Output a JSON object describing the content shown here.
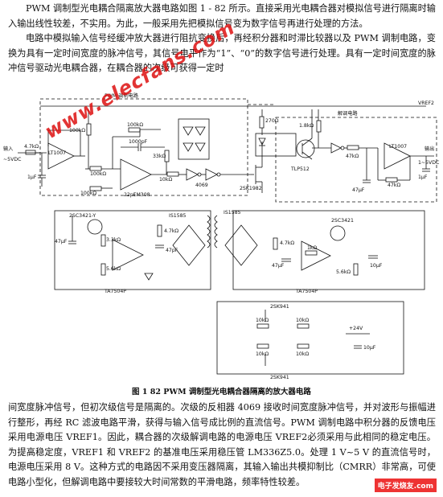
{
  "text": {
    "p1": "PWM 调制型光电耦合隔离放大器电路如图 1 - 82 所示。直接采用光电耦合器对模拟信号进行隔离时输入输出线性较差，不实用。为此，一般采用先把模拟信号变为数字信号再进行处理的方法。",
    "p2": "电路中模拟输入信号经缓冲放大器进行阻抗变换后，再经积分器和时滞比较器以及 PWM 调制电路，变换为具有一定时间宽度的脉冲信号，其信号电平作为“1”、“0”的数字信号进行处理。具有一定时间宽度的脉冲信号驱动光电耦合器，在耦合器的次级可获得一定时",
    "caption": "图 1   82   PWM 调制型光电耦合器隔离的放大器电路",
    "p3": "间宽度脉冲信号，但初次级信号是隔离的。次级的反相器 4069 接收时间宽度脉冲信号，并对波形与振幅进行整形，再经 RC 滤波电路平滑，获得与输入信号成比例的直流信号。PWM 调制电路中积分器的反馈电压采用电源电压 VREF1。因此，耦合器的次级解调电路的电源电压 VREF2必须采用与此相同的稳定电压。为提高稳定度，VREF1 和 VREF2 的基准电压采用稳压管 LM336Z5.0。处理 1 V~5 V 的直流信号时，电源电压采用 8 V。这种方式的电路因不采用变压器隔离，其输入输出共模抑制比（CMRR）非常高，可使电路小型化，但解调电路中要接较大时间常数的平滑电路，频率特性较差。"
  },
  "watermark": {
    "main": "www.elecfans.com",
    "badge": "电子发烧友",
    "badge_sub": ".com"
  },
  "schematic": {
    "labels": {
      "pwm_block": "PWM 调制电路",
      "demod_block": "解调电路",
      "vref2": "VREF2",
      "input": "输入",
      "input_range": "~5VDC",
      "output": "输出",
      "output_range": "1~5VDC",
      "lt1007_a": "LT1007",
      "lt1007_b": "LT1007",
      "lm308": "LM308",
      "inv4069": "4069",
      "fet": "2SK1982",
      "opto": "TLP512",
      "r_4k7_in": "4.7kΩ",
      "c_1uf_in": "1μF",
      "r_100k_1": "100kΩ",
      "r_100k_2": "100kΩ",
      "r_100k_3": "100kΩ",
      "r_100k_4": "100kΩ",
      "c_1000pf": "1000pF",
      "r_33k": "33kΩ",
      "c_22pf": "22pF",
      "r_10k": "10kΩ",
      "r_270": "270Ω",
      "r_1k8": "1.8kΩ",
      "r_47k_a": "47kΩ",
      "r_47k_b": "47kΩ",
      "c_47uf_out": "47μF",
      "c_1uf_out": "1μF",
      "q_left": "2SC3421-Y",
      "is_left": "IS1585",
      "is_right": "IS1585",
      "q_right": "2SC3421",
      "ta_left": "TA7504P",
      "ta_right": "TA7504P",
      "c_47uf_l": "47μF",
      "r_3k3": "3.3kΩ",
      "r_5k6_l": "5.6kΩ",
      "r_4k7_l": "4.7kΩ",
      "c_47pf_l": "47pF",
      "r_4k7_r": "4.7kΩ",
      "c_47uf_r": "47μF",
      "r_1k": "1kΩ",
      "r_5k6_r": "5.6kΩ",
      "c_10uf_r": "10μF",
      "sk941_top": "2SK941",
      "sk941_bot": "2SK941",
      "r_10k_a": "10kΩ",
      "r_10k_b": "10kΩ",
      "r_10k_c": "10kΩ",
      "r_10k_d": "10kΩ",
      "v24": "+24V",
      "c_10uf_b": "10μF"
    }
  }
}
